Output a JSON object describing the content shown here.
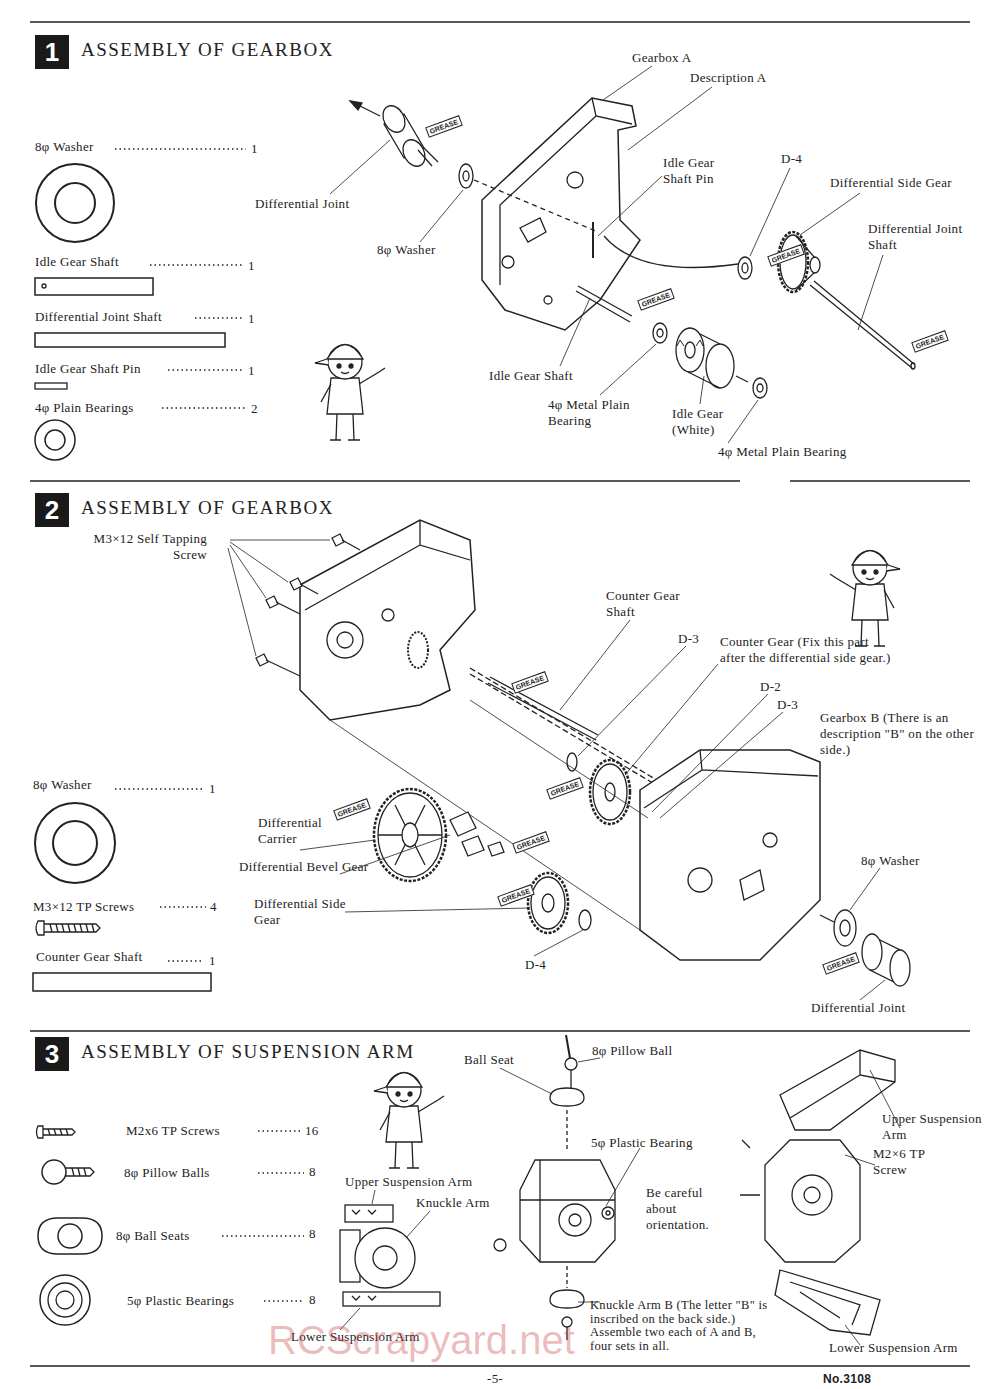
{
  "diagram": {
    "nodes": [
      {
        "text": [
          "1",
          "ASSEMBLY OF GEARBOX"
        ]
      },
      {
        "text": [
          "2",
          "ASSEMBLY OF GEARBOX"
        ]
      },
      {
        "text": [
          "3",
          "ASSEMBLY OF SUSPENSION ARM"
        ]
      }
    ],
    "labels": [
      "8φ Washer",
      "1",
      "Idle Gear Shaft",
      "1",
      "Differential Joint Shaft",
      "1",
      "Idle Gear Shaft Pin",
      "1",
      "4φ Plain Bearings",
      "2",
      "Gearbox A",
      "Description A",
      "GREASE",
      "Differential Joint",
      "8φ Washer",
      "Idle Gear Shaft Pin",
      "D-4",
      "Differential Side Gear",
      "Differential Joint Shaft",
      "GREASE",
      "GREASE",
      "GREASE",
      "Idle Gear Shaft",
      "4φ Metal Plain Bearing",
      "Idle Gear (White)",
      "4φ Metal Plain Bearing",
      "M3×12 Self Tapping Screw",
      "GREASE",
      "Counter Gear Shaft",
      "D-3",
      "Counter Gear (Fix this part after the differential side gear.)",
      "D-2",
      "D-3",
      "Gearbox B (There is an description \"B\" on the other side.)",
      "8φ Washer",
      "1",
      "GREASE",
      "GREASE",
      "Differential Carrier",
      "GREASE",
      "Differential Bevel Gear",
      "Differential Side Gear",
      "GREASE",
      "M3×12 TP Screws",
      "4",
      "8φ Washer",
      "Counter Gear Shaft",
      "1",
      "D-4",
      "GREASE",
      "Differential Joint",
      "Ball Seat",
      "8φ Pillow Ball",
      "M2x6 TP Screws",
      "16",
      "Upper Suspension Arm",
      "5φ Plastic Bearing",
      "M2×6 TP Screw",
      "8φ Pillow Balls",
      "8",
      "Upper Suspension Arm",
      "Knuckle Arm",
      "Be careful about orientation.",
      "8φ Ball Seats",
      "8",
      "5φ Plastic Bearings",
      "8",
      "Lower Suspension Arm",
      "Knuckle Arm B (The letter \"B\" is inscribed on the back side.) Assemble two each of A and B, four sets in all.",
      "Lower Suspension Arm",
      "-5-",
      "No.3108",
      "RCScrapyard.net"
    ]
  }
}
